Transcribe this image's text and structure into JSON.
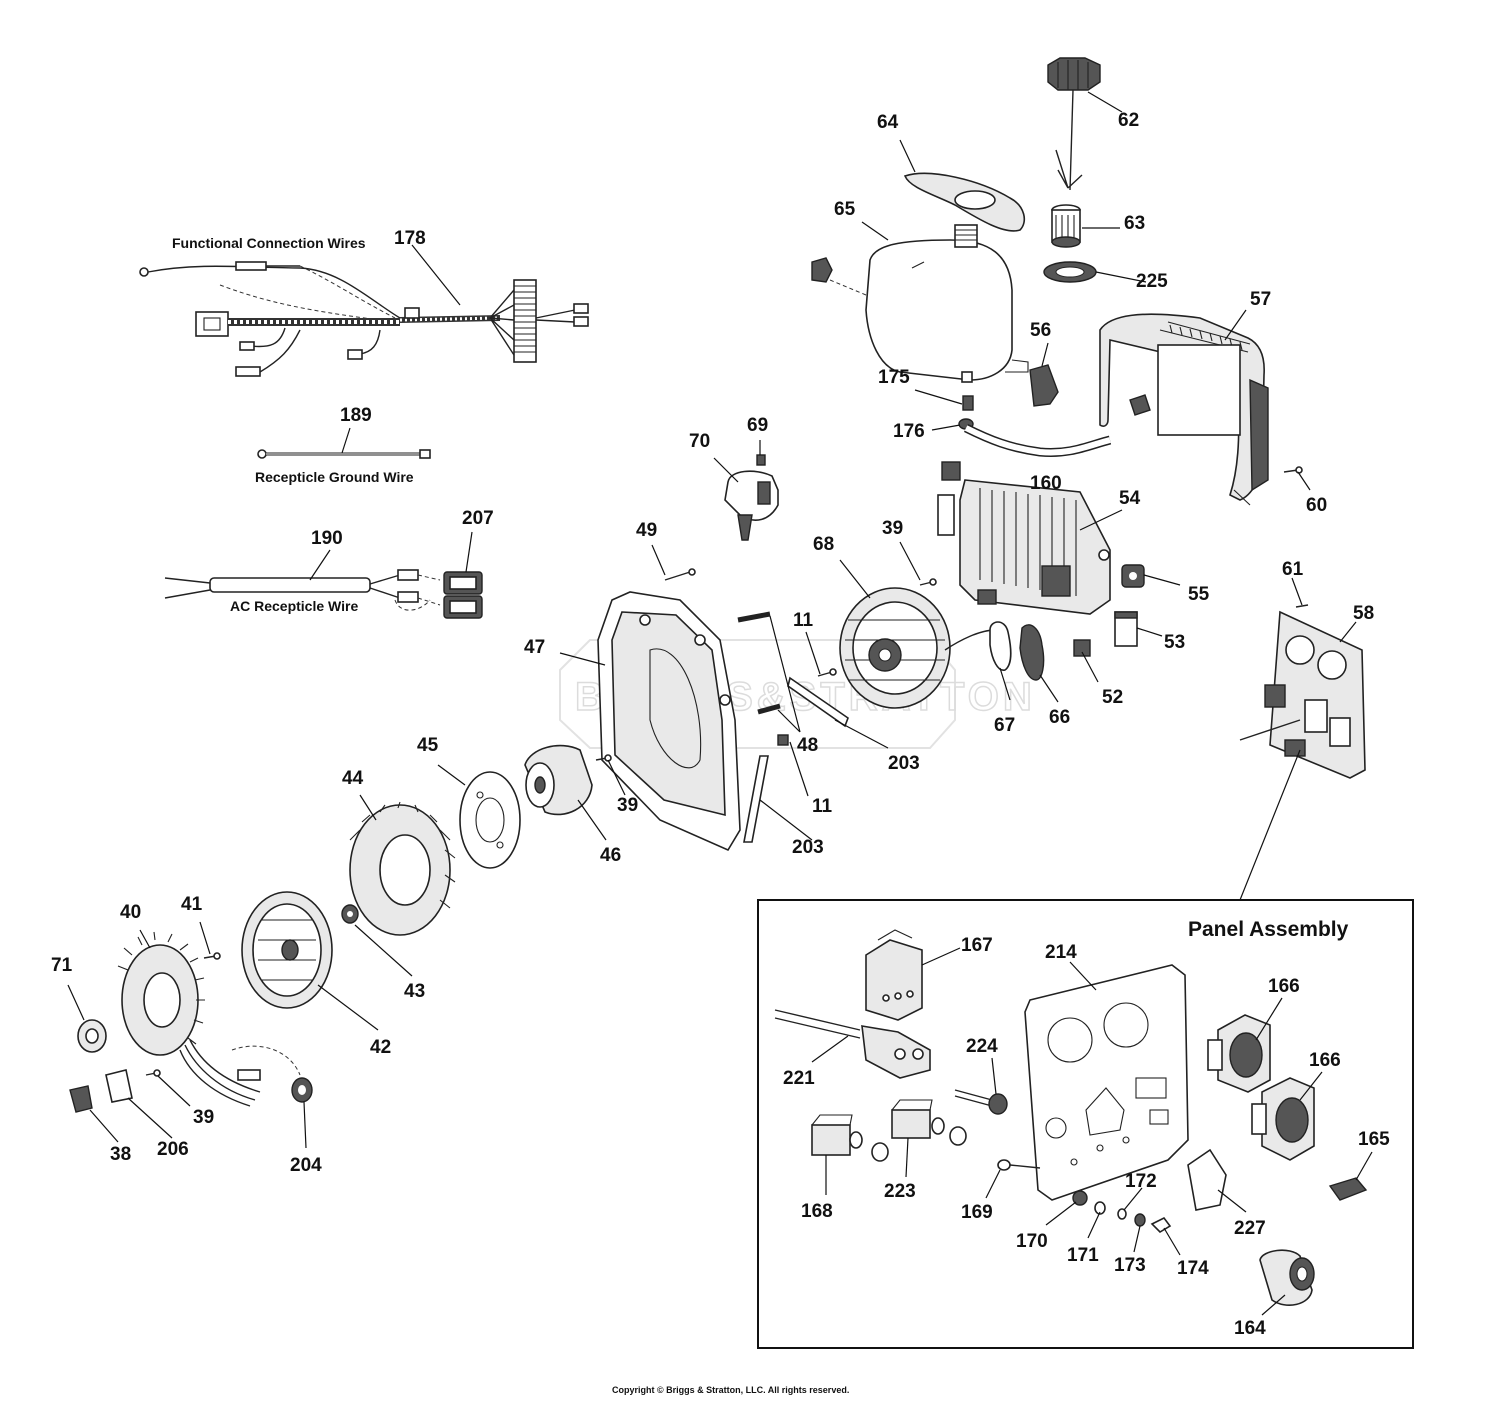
{
  "captions": {
    "functional_connection_wires": "Functional Connection Wires",
    "receptacle_ground_wire": "Recepticle Ground Wire",
    "ac_receptacle_wire": "AC Recepticle Wire"
  },
  "panel_box": {
    "title": "Panel Assembly"
  },
  "watermark": "BRIGGS&STRATTON",
  "copyright": "Copyright © Briggs & Stratton, LLC. All rights reserved.",
  "labels": {
    "p11a": "11",
    "p11b": "11",
    "p38": "38",
    "p39a": "39",
    "p39b": "39",
    "p39c": "39",
    "p40": "40",
    "p41": "41",
    "p42": "42",
    "p43": "43",
    "p44": "44",
    "p45": "45",
    "p46": "46",
    "p47": "47",
    "p48": "48",
    "p49": "49",
    "p52": "52",
    "p53": "53",
    "p54": "54",
    "p55": "55",
    "p56": "56",
    "p57": "57",
    "p58": "58",
    "p60": "60",
    "p61": "61",
    "p62": "62",
    "p63": "63",
    "p64": "64",
    "p65": "65",
    "p66": "66",
    "p67": "67",
    "p68": "68",
    "p69": "69",
    "p70": "70",
    "p71": "71",
    "p160": "160",
    "p175": "175",
    "p176": "176",
    "p178": "178",
    "p189": "189",
    "p190": "190",
    "p203a": "203",
    "p203b": "203",
    "p204": "204",
    "p206": "206",
    "p207": "207",
    "p225": "225",
    "p164": "164",
    "p165": "165",
    "p166a": "166",
    "p166b": "166",
    "p167": "167",
    "p168": "168",
    "p169": "169",
    "p170": "170",
    "p171": "171",
    "p172": "172",
    "p173": "173",
    "p174": "174",
    "p214": "214",
    "p221": "221",
    "p223": "223",
    "p224": "224",
    "p227": "227"
  }
}
